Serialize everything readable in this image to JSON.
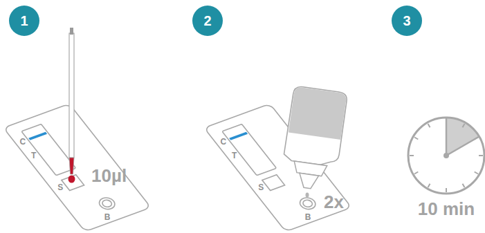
{
  "diagram": {
    "nodes": [
      {
        "text": [
          "1"
        ]
      },
      {
        "text": [
          "2"
        ]
      },
      {
        "text": [
          "3"
        ]
      }
    ],
    "labels": [
      "C",
      "T",
      "S",
      "10µl",
      "B",
      "C",
      "T",
      "S",
      "B",
      "2x",
      "10 min"
    ]
  }
}
